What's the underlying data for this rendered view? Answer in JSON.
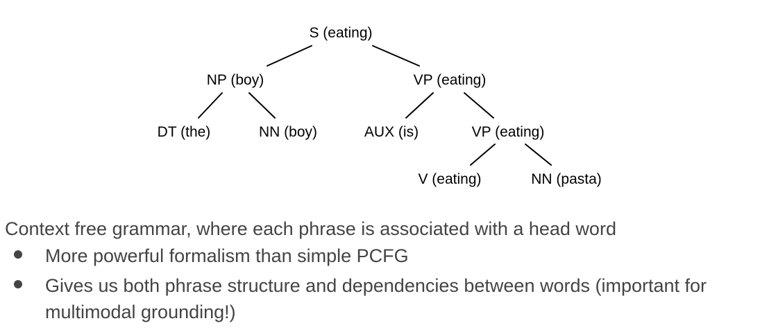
{
  "tree": {
    "nodes": {
      "s": "S (eating)",
      "np": "NP (boy)",
      "vp": "VP (eating)",
      "dt": "DT (the)",
      "nn_boy": "NN (boy)",
      "aux": "AUX (is)",
      "vp2": "VP (eating)",
      "v": "V (eating)",
      "nn_pasta": "NN (pasta)"
    },
    "edges": [
      [
        "s",
        "np"
      ],
      [
        "s",
        "vp"
      ],
      [
        "np",
        "dt"
      ],
      [
        "np",
        "nn_boy"
      ],
      [
        "vp",
        "aux"
      ],
      [
        "vp",
        "vp2"
      ],
      [
        "vp2",
        "v"
      ],
      [
        "vp2",
        "nn_pasta"
      ]
    ]
  },
  "description": "Context free grammar, where each phrase is associated with a head word",
  "bullets": [
    "More powerful formalism than simple PCFG",
    "Gives us both phrase structure and dependencies between words (important for multimodal grounding!)"
  ]
}
